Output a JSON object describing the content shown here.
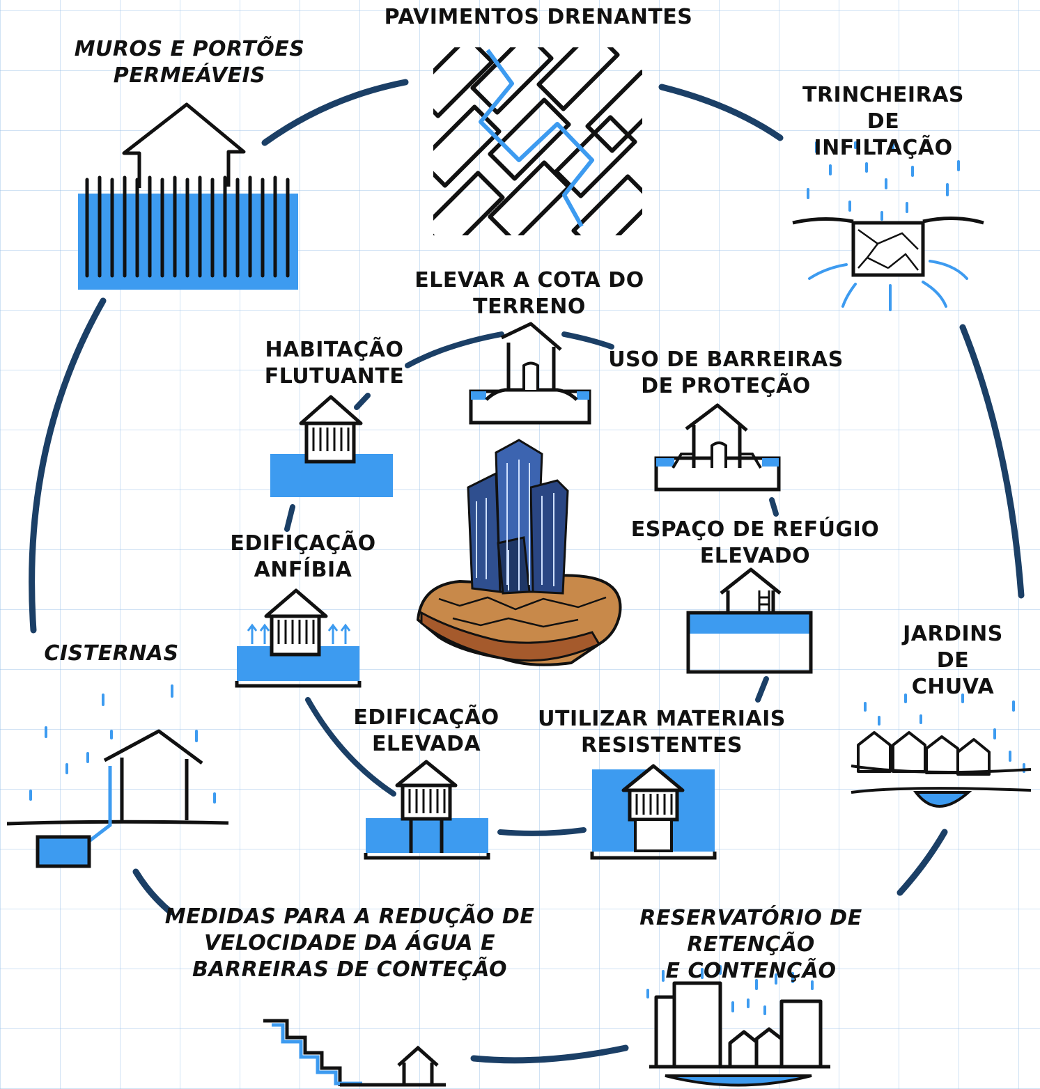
{
  "colors": {
    "ink": "#111111",
    "water": "#3d9bf0",
    "ring": "#1b3f66",
    "soil": "#c8894a",
    "buildings": "#2f4f8f"
  },
  "center": {
    "name": "city-on-soil-island"
  },
  "labels": {
    "pavimentos": "PAVIMENTOS DRENANTES",
    "muros": "MUROS E PORTÕES\nPERMEÁVEIS",
    "trincheiras": "TRINCHEIRAS DE\nINFILTAÇÃO",
    "elevar": "ELEVAR A COTA DO\nTERRENO",
    "habitacao": "HABITAÇÃO\nFLUTUANTE",
    "barreiras": "USO DE BARREIRAS\nDE PROTEÇÃO",
    "anfibia": "EDIFIÇAÇÃO\nANFÍBIA",
    "refugio": "ESPAÇO DE REFÚGIO\nELEVADO",
    "cisternas": "CISTERNAS",
    "jardins": "JARDINS DE\nCHUVA",
    "elevada": "EDIFICAÇÃO\nELEVADA",
    "materiais": "UTILIZAR MATERIAIS\nRESISTENTES",
    "medidas": "MEDIDAS PARA A REDUÇÃO DE\nVELOCIDADE DA ÁGUA E\nBARREIRAS DE CONTEÇÃO",
    "reservatorio": "RESERVATÓRIO DE RETENÇÃO\nE CONTENÇÃO"
  }
}
